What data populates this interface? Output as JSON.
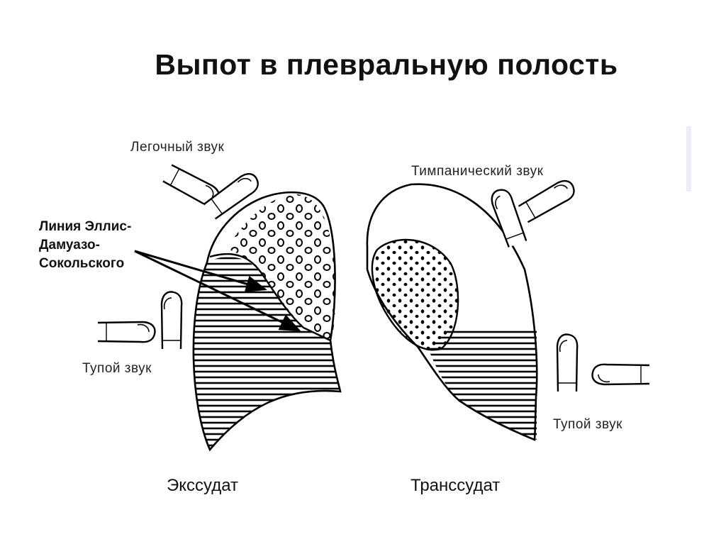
{
  "title": "Выпот в плевральную полость",
  "labels": {
    "lung_sound": "Легочный звук",
    "tympanic_sound": "Тимпанический звук",
    "dull_sound_left": "Тупой звук",
    "dull_sound_right": "Тупой звук",
    "line_name": [
      "Линия Эллис-",
      "Дамуазо-",
      "Сокольского"
    ]
  },
  "captions": {
    "left": "Экссудат",
    "right": "Транссудат"
  },
  "icons": [
    "finger-icon"
  ]
}
